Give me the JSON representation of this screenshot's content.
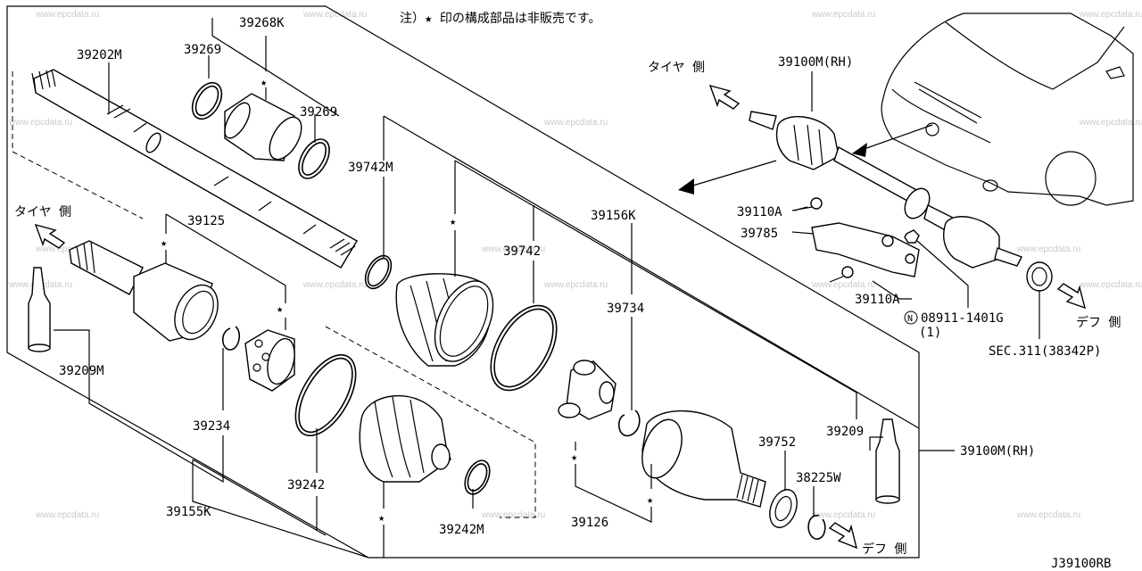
{
  "note": "注）★ 印の構成部品は非販売です。",
  "diagram_code": "J39100RB",
  "watermark": "www.epcdata.ru",
  "directions": {
    "tire_side_1": "タイヤ 側",
    "tire_side_2": "タイヤ 側",
    "diff_side_1": "デフ 側",
    "diff_side_2": "デフ 側"
  },
  "labels": {
    "p39202M": "39202M",
    "p39269a": "39269",
    "p39268K": "39268K",
    "p39269b": "39269",
    "p39742M": "39742M",
    "p39125": "39125",
    "p39742": "39742",
    "p39156K": "39156K",
    "p39734": "39734",
    "p39209M": "39209M",
    "p39234": "39234",
    "p39242": "39242",
    "p39155K": "39155K",
    "p39242M": "39242M",
    "p39126": "39126",
    "p39752": "39752",
    "p39209": "39209",
    "p38225W": "38225W",
    "p39100M_rh": "39100M(RH)",
    "p39100M_rh_top": "39100M(RH)",
    "p39110A_a": "39110A",
    "p39785": "39785",
    "p39110A_b": "39110A",
    "p08911": "08911-1401G",
    "p08911_qty": "(1)",
    "p_sec311": "SEC.311(38342P)"
  },
  "icons": {
    "star": "★",
    "nut_symbol": "N"
  }
}
